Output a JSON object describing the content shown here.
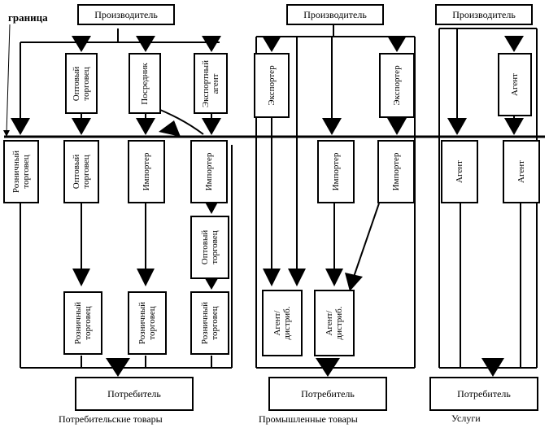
{
  "diagram": {
    "border_label": "граница",
    "producers": [
      "Производитель",
      "Производитель",
      "Производитель"
    ],
    "consumers": [
      "Потребитель",
      "Потребитель",
      "Потребитель"
    ],
    "upper": {
      "wholesaler": [
        "Оптовый",
        "торговец"
      ],
      "intermediary": [
        "Посредник"
      ],
      "export_agent": [
        "Экспортный",
        "агент"
      ],
      "exporter_a": [
        "Экспортер"
      ],
      "exporter_b": [
        "Экспортер"
      ],
      "agent_services": [
        "Агент"
      ]
    },
    "lower": {
      "retailer_left": [
        "Розничный",
        "торговец"
      ],
      "wholesaler": [
        "Оптовый",
        "торговец"
      ],
      "importer_a": [
        "Импортер"
      ],
      "importer_b": [
        "Импортер"
      ],
      "importer_c": [
        "Импортер"
      ],
      "importer_d": [
        "Импортер"
      ],
      "agent_a": [
        "Агент"
      ],
      "agent_b": [
        "Агент"
      ],
      "wholesaler_2": [
        "Оптовый",
        "торговец"
      ],
      "retailer_a": [
        "Розничный",
        "торговец"
      ],
      "retailer_b": [
        "Розничный",
        "торговец"
      ],
      "retailer_c": [
        "Розничный",
        "торговец"
      ],
      "distrib_a": [
        "Агент/",
        "дистриб."
      ],
      "distrib_b": [
        "Агент/",
        "дистриб."
      ]
    },
    "captions": {
      "consumer_goods": "Потребительские товары",
      "industrial_goods": "Промышленные товары",
      "services": "Услуги"
    }
  }
}
